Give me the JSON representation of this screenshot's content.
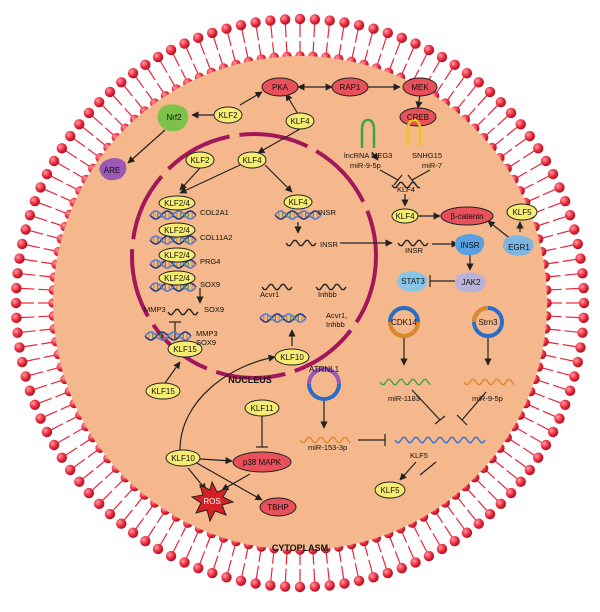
{
  "labels": {
    "nucleus": "NUCLEUS",
    "cytoplasm": "CYTOPLASM"
  },
  "nodes": {
    "pka": "PKA",
    "rap1": "RAP1",
    "mek": "MEK",
    "creb": "CREB",
    "klf2_top": "KLF2",
    "klf4_top": "KLF4",
    "nrf2": "Nrf2",
    "are": "ARE",
    "klf2_nuc": "KLF2",
    "klf4_nuc": "KLF4",
    "klf24_a": "KLF2/4",
    "klf24_b": "KLF2/4",
    "klf24_c": "KLF2/4",
    "klf24_d": "KLF2/4",
    "klf4_insr": "KLF4",
    "klf15_nuc": "KLF15",
    "klf15_out": "KLF15",
    "klf10_nuc": "KLF10",
    "klf10_cyto": "KLF10",
    "klf11": "KLF11",
    "p38": "p38 MAPK",
    "ros": "ROS",
    "tbhp": "TBHP",
    "klf4_mid": "KLF4",
    "beta_catenin": "β-catenin",
    "klf5_top": "KLF5",
    "egr1": "EGR1",
    "insr_rec": "INSR",
    "jak2": "JAK2",
    "stat3": "STAT3",
    "cdk14": "CDK14",
    "strn3": "Strn3",
    "atrnl1": "ATRNL1",
    "klf5_bottom": "KLF5"
  },
  "texts": {
    "col2a1": "COL2A1",
    "col11a2": "COL11A2",
    "prg4": "PRG4",
    "sox9": "SOX9",
    "insr_gene": "INSR",
    "insr_mrna": "INSR",
    "insr_mrna2": "INSR",
    "mmp3_sox9_top_a": "MMP3",
    "mmp3_sox9_top_b": "SOX9",
    "mmp3_bottom": "MMP3",
    "sox9_bottom": "SOX9",
    "acvr1": "Acvr1",
    "inhbb": "Inhbb",
    "acvr1_inhbb_a": "Acvr1,",
    "acvr1_inhbb_b": "Inhbb",
    "lncrna_meg3": "lncRNA MEG3",
    "snhg15": "SNHG15",
    "mir_9_5p_top": "miR-9-5p",
    "mir_7": "miR-7",
    "klf4_mrna": "KLF4",
    "mir_1183": "miR-1183",
    "mir_9_5p_bottom": "miR-9-5p",
    "mir_153_3p": "miR-153-3p",
    "klf5_mrna": "KLF5"
  },
  "colors": {
    "membrane_head": "#e8263a",
    "membrane_tail": "#e8263a",
    "cytoplasm_fill": "#f4b88c",
    "nucleus_border": "#a0175a",
    "yellow_node": "#f7ec72",
    "red_node": "#e8505a",
    "arrow": "#222222"
  }
}
